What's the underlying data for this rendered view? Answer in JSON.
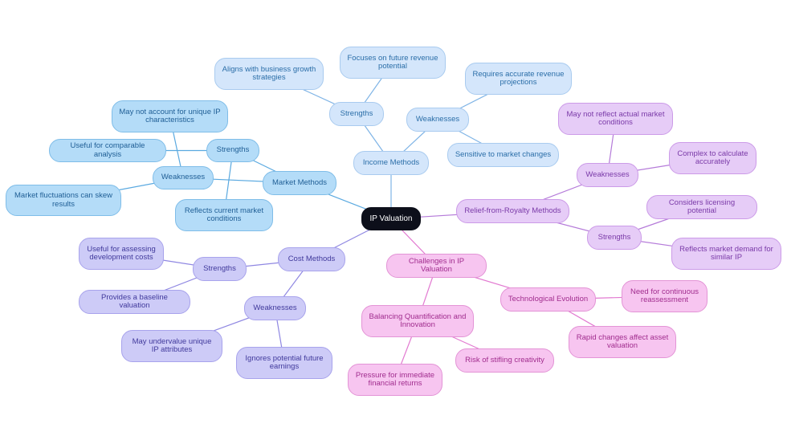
{
  "colors": {
    "root": "#0d0f1a",
    "income_edge": "#7fb4e6",
    "market_edge": "#5aa9e0",
    "royalty_edge": "#b57bd9",
    "challenges_edge": "#e27ad1",
    "cost_edge": "#8f87e2"
  },
  "map": {
    "root": "IP Valuation",
    "income": {
      "label": "Income Methods",
      "strengths": "Strengths",
      "strength_items": [
        "Focuses on future revenue potential",
        "Aligns with business growth strategies"
      ],
      "weaknesses": "Weaknesses",
      "weakness_items": [
        "Requires accurate revenue projections",
        "Sensitive to market changes"
      ]
    },
    "market": {
      "label": "Market Methods",
      "strengths": "Strengths",
      "strength_items": [
        "Useful for comparable analysis",
        "Reflects current market conditions"
      ],
      "weaknesses": "Weaknesses",
      "weakness_items": [
        "May not account for unique IP characteristics",
        "Market fluctuations can skew results"
      ]
    },
    "royalty": {
      "label": "Relief-from-Royalty Methods",
      "weaknesses": "Weaknesses",
      "weakness_items": [
        "May not reflect actual market conditions",
        "Complex to calculate accurately"
      ],
      "strengths": "Strengths",
      "strength_items": [
        "Considers licensing potential",
        "Reflects market demand for similar IP"
      ]
    },
    "challenges": {
      "label": "Challenges in IP Valuation",
      "balancing": "Balancing Quantification and Innovation",
      "balancing_items": [
        "Pressure for immediate financial returns",
        "Risk of stifling creativity"
      ],
      "tech": "Technological Evolution",
      "tech_items": [
        "Need for continuous reassessment",
        "Rapid changes affect asset valuation"
      ]
    },
    "cost": {
      "label": "Cost Methods",
      "strengths": "Strengths",
      "strength_items": [
        "Useful for assessing development costs",
        "Provides a baseline valuation"
      ],
      "weaknesses": "Weaknesses",
      "weakness_items": [
        "May undervalue unique IP attributes",
        "Ignores potential future earnings"
      ]
    }
  }
}
